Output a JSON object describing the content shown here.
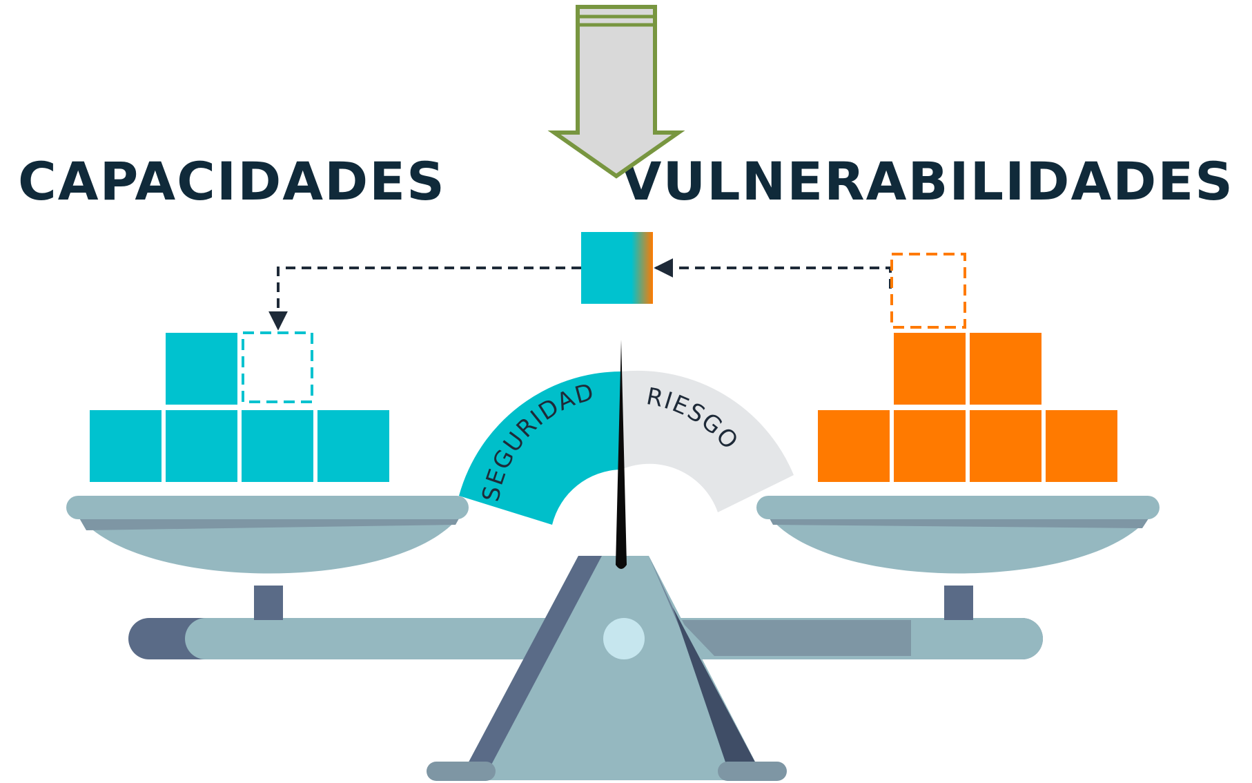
{
  "labels": {
    "capacities": "CAPACIDADES",
    "vulnerabilities": "VULNERABILIDADES",
    "security": "SEGURIDAD",
    "risk": "RIESGO"
  },
  "colors": {
    "heading": "#102a3a",
    "capacity_block": "#00c2cf",
    "vulnerability_block": "#ff7a00",
    "arrow_fill": "#d9d9d9",
    "arrow_stroke": "#789640",
    "connector": "#1e2a38",
    "gauge_security": "#00bfca",
    "gauge_risk": "#e4e6e8",
    "gauge_text": "#1e2a38",
    "needle": "#0a0a0a",
    "scale_light": "#95b8c0",
    "scale_mid": "#7e96a4",
    "scale_dark": "#5a6b87",
    "scale_pivot": "#c6e6ee"
  },
  "icons": [
    "down-arrow-icon",
    "balance-scale-icon"
  ]
}
